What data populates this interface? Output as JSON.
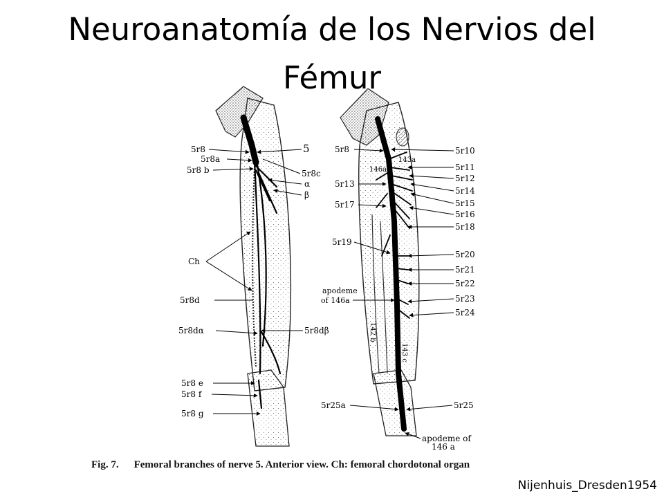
{
  "slide": {
    "title": "Neuroanatomía de los Nervios del Fémur",
    "credit": "Nijenhuis_Dresden1954"
  },
  "figure": {
    "caption_number": "Fig. 7.",
    "caption_text": "Femoral branches of nerve 5. Anterior view. Ch: femoral chordotonal organ",
    "left_view": {
      "labels_left": [
        "5r8",
        "5r8a",
        "5r8 b",
        "Ch",
        "5r8d",
        "5r8dα",
        "5r8 e",
        "5r8 f",
        "5r8 g"
      ],
      "labels_right": [
        "5",
        "5r8c",
        "α",
        "β",
        "5r8dβ"
      ]
    },
    "right_view": {
      "labels_left": [
        "5r8",
        "146a",
        "5r13",
        "5r17",
        "5r19",
        "apodeme",
        "of 146a",
        "5r25a"
      ],
      "labels_inner": [
        "143a",
        "142 b",
        "143 c"
      ],
      "labels_right": [
        "5r10",
        "5r11",
        "5r12",
        "5r14",
        "5r15",
        "5r16",
        "5r18",
        "5r20",
        "5r21",
        "5r22",
        "5r23",
        "5r24",
        "5r25"
      ],
      "labels_bottom": [
        "apodeme of",
        "146 a"
      ]
    }
  }
}
